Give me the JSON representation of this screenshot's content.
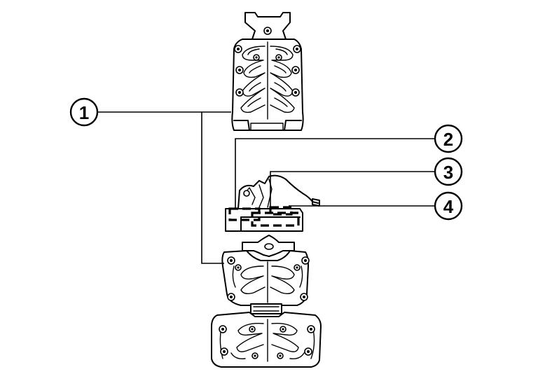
{
  "callouts": [
    {
      "id": "callout-1",
      "number": "1"
    },
    {
      "id": "callout-2",
      "number": "2"
    },
    {
      "id": "callout-3",
      "number": "3"
    },
    {
      "id": "callout-4",
      "number": "4"
    }
  ],
  "parts": {
    "upper_heater": "seatback-heater-pad-icon",
    "control_unit": "heater-control-unit-icon",
    "harness": "wiring-harness-icon",
    "lower_heater": "seat-cushion-heater-pad-icon"
  }
}
